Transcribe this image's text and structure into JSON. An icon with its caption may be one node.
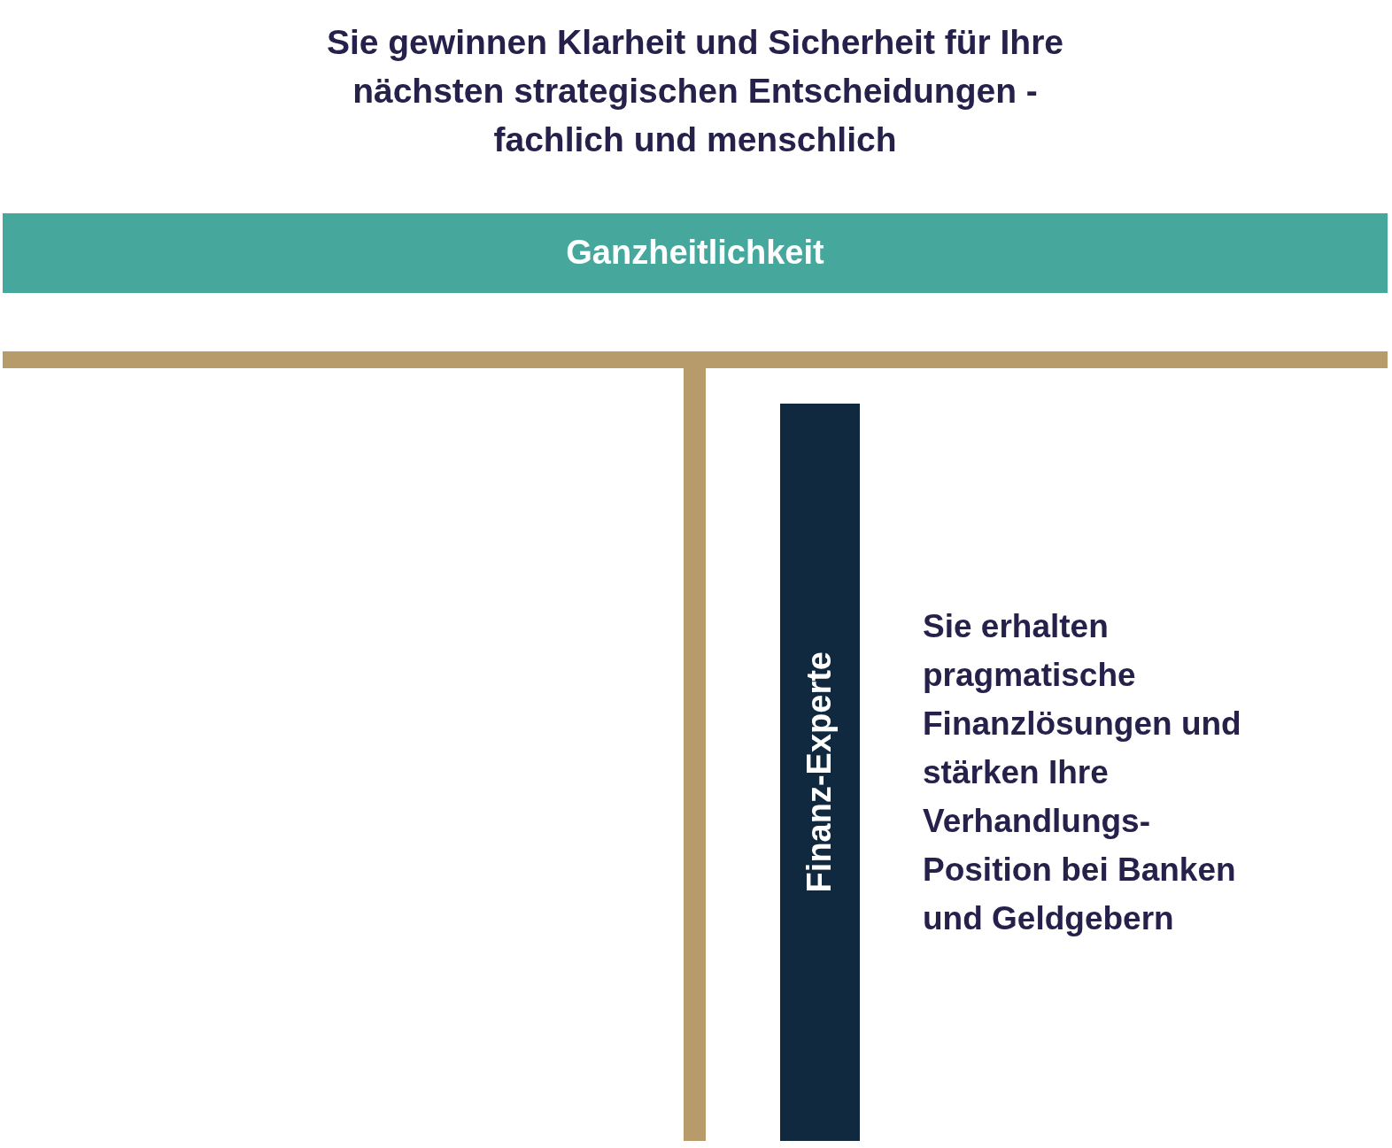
{
  "diagram": {
    "title": "Sie gewinnen Klarheit und Sicherheit für Ihre nächsten strategischen Entscheidungen - fachlich und menschlich",
    "nodes": [
      {
        "text": [
          "Ganzheitlichkeit"
        ]
      },
      {
        "text": [],
        "shape": "bar"
      },
      {
        "text": [],
        "shape": "bar"
      },
      {
        "text": [
          "Finanz-Experte"
        ],
        "beside": [
          "Sie erhalten pragmatische Finanzlösungen und stärken Ihre Verhandlungs- Position bei Banken und Geldgebern"
        ]
      }
    ]
  }
}
